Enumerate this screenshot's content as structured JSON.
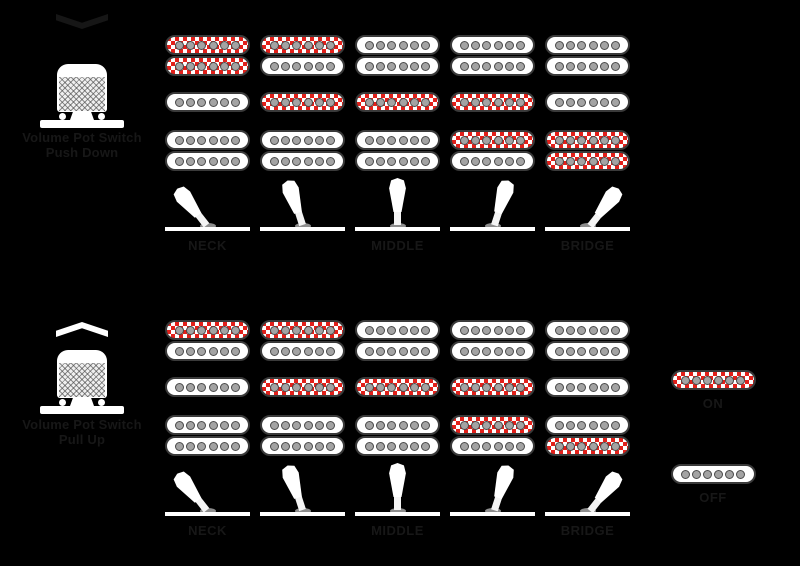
{
  "page": {
    "background": "#000000"
  },
  "colors": {
    "coil_active": "#e2201a",
    "coil_inactive": "#ffffff",
    "pole_gray": "#a3a3a3",
    "coil_outline": "#3a3a3a",
    "hardware_white": "#ffffff",
    "label_text": "#171717"
  },
  "legend": {
    "on_label": "ON",
    "off_label": "OFF"
  },
  "modes": [
    {
      "name": "push-down",
      "caption_line1": "Volume Pot Switch",
      "caption_line2": "Push Down",
      "arrow": "down",
      "positions": [
        {
          "label": "NECK",
          "switch_angle": -38,
          "neck": [
            "on",
            "on"
          ],
          "middle": "off",
          "bridge": [
            "off",
            "off"
          ]
        },
        {
          "label": "",
          "switch_angle": -18,
          "neck": [
            "on",
            "off"
          ],
          "middle": "on",
          "bridge": [
            "off",
            "off"
          ]
        },
        {
          "label": "MIDDLE",
          "switch_angle": 0,
          "neck": [
            "off",
            "off"
          ],
          "middle": "on",
          "bridge": [
            "off",
            "off"
          ]
        },
        {
          "label": "",
          "switch_angle": 18,
          "neck": [
            "off",
            "off"
          ],
          "middle": "on",
          "bridge": [
            "on",
            "off"
          ]
        },
        {
          "label": "BRIDGE",
          "switch_angle": 38,
          "neck": [
            "off",
            "off"
          ],
          "middle": "off",
          "bridge": [
            "on",
            "on"
          ]
        }
      ]
    },
    {
      "name": "pull-up",
      "caption_line1": "Volume Pot Switch",
      "caption_line2": "Pull Up",
      "arrow": "up",
      "positions": [
        {
          "label": "NECK",
          "switch_angle": -38,
          "neck": [
            "on",
            "off"
          ],
          "middle": "off",
          "bridge": [
            "off",
            "off"
          ]
        },
        {
          "label": "",
          "switch_angle": -18,
          "neck": [
            "on",
            "off"
          ],
          "middle": "on",
          "bridge": [
            "off",
            "off"
          ]
        },
        {
          "label": "MIDDLE",
          "switch_angle": 0,
          "neck": [
            "off",
            "off"
          ],
          "middle": "on",
          "bridge": [
            "off",
            "off"
          ]
        },
        {
          "label": "",
          "switch_angle": 18,
          "neck": [
            "off",
            "off"
          ],
          "middle": "on",
          "bridge": [
            "on",
            "off"
          ]
        },
        {
          "label": "BRIDGE",
          "switch_angle": 38,
          "neck": [
            "off",
            "off"
          ],
          "middle": "off",
          "bridge": [
            "off",
            "on"
          ]
        }
      ]
    }
  ]
}
